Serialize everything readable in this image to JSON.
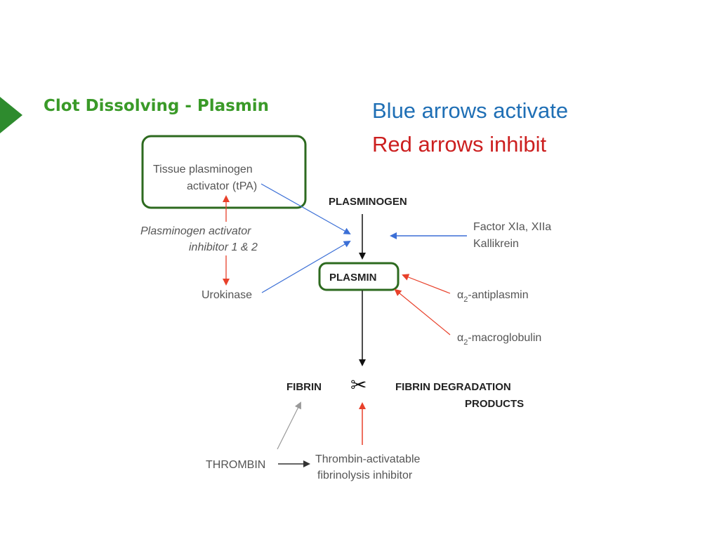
{
  "slide": {
    "title": "Clot Dissolving - Plasmin",
    "title_color": "#3a9a28",
    "marker_color": "#2e8b2e"
  },
  "legend": {
    "blue_text": "Blue arrows activate",
    "blue_color": "#1f6fb5",
    "red_text": "Red arrows inhibit",
    "red_color": "#cc1f1f"
  },
  "diagram": {
    "tpa_line1": "Tissue plasminogen",
    "tpa_line2": "activator (tPA)",
    "pai_line1": "Plasminogen activator",
    "pai_line2": "inhibitor 1 & 2",
    "urokinase": "Urokinase",
    "plasminogen": "PLASMINOGEN",
    "factor_line1": "Factor XIa, XIIa",
    "factor_line2": "Kallikrein",
    "plasmin": "PLASMIN",
    "alpha": "α",
    "sub2": "2",
    "antiplasmin_suffix": "-antiplasmin",
    "macroglobulin_suffix": "-macroglobulin",
    "fibrin": "FIBRIN",
    "scissors": "✂",
    "fdp_line1": "FIBRIN DEGRADATION",
    "fdp_line2": "PRODUCTS",
    "thrombin": "THROMBIN",
    "tafi_line1": "Thrombin-activatable",
    "tafi_line2": "fibrinolysis inhibitor",
    "highlight_color": "#2d6a1f",
    "activate_color": "#3b6fd6",
    "inhibit_color": "#e8402a"
  }
}
